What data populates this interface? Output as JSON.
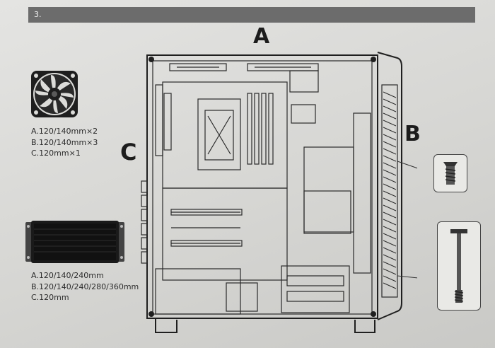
{
  "step": {
    "number": "3."
  },
  "labels": {
    "a": "A",
    "b": "B",
    "c": "C"
  },
  "fan_specs": {
    "icon": "case-fan-icon",
    "lines": [
      "A.120/140mm×2",
      "B.120/140mm×3",
      "C.120mm×1"
    ]
  },
  "radiator_specs": {
    "icon": "radiator-icon",
    "lines": [
      "A.120/140/240mm",
      "B.120/140/240/280/360mm",
      "C.120mm"
    ]
  },
  "callouts": {
    "screw_short_icon": "short-screw-icon",
    "screw_long_icon": "long-screw-icon"
  },
  "colors": {
    "ink": "#1c1c1c",
    "step_bar": "#6c6c6c",
    "paper": "#dcdcd9"
  }
}
